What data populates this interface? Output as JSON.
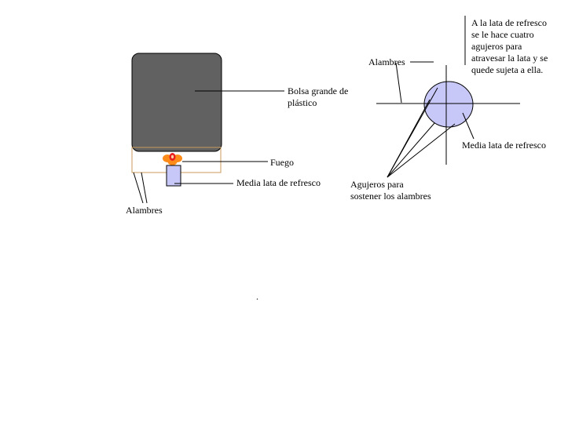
{
  "colors": {
    "bag_fill": "#616161",
    "can_fill": "#c8c8f8",
    "flame_outer": "#ff8c1a",
    "flame_inner": "#e81e1e",
    "wire_frame": "#c89a5a",
    "line": "#000000"
  },
  "left_diagram": {
    "bag_label": [
      "Bolsa grande de",
      "plástico"
    ],
    "fire_label": "Fuego",
    "can_label": "Media lata de refresco",
    "wires_label": "Alambres"
  },
  "right_diagram": {
    "wires_label": "Alambres",
    "note": [
      "A la lata de refresco",
      "se le hace cuatro",
      "agujeros para",
      "atravesar la lata y se",
      "quede sujeta a ella."
    ],
    "can_label": "Media lata de refresco",
    "holes_label": [
      "Agujeros para",
      "sostener los alambres"
    ]
  },
  "dot": "."
}
